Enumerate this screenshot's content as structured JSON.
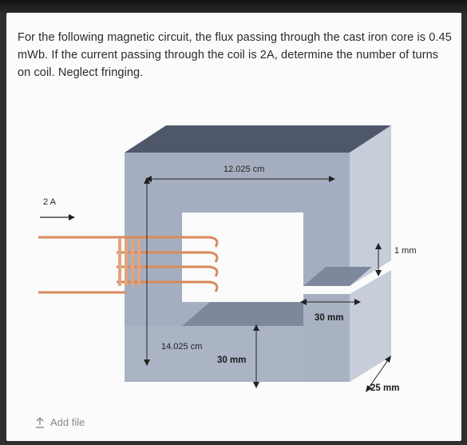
{
  "question": {
    "text": "For the following magnetic circuit, the flux passing through the cast iron core is 0.45 mWb. If the current passing through the coil is 2A, determine the number of turns on coil. Neglect fringing."
  },
  "figure": {
    "current_label": "2 A",
    "top_width_label": "12.025 cm",
    "height_label": "14.025 cm",
    "bottom_width_label": "30 mm",
    "right_width_label": "30 mm",
    "gap_label": "1 mm",
    "depth_label": "25 mm",
    "colors": {
      "core_front": "#9aa3b6",
      "core_top": "#4e586a",
      "core_side": "#c5cbd8",
      "coil": "#d98a5a"
    }
  },
  "actions": {
    "add_file_label": "Add file",
    "add_file_icon": "upload-icon"
  }
}
